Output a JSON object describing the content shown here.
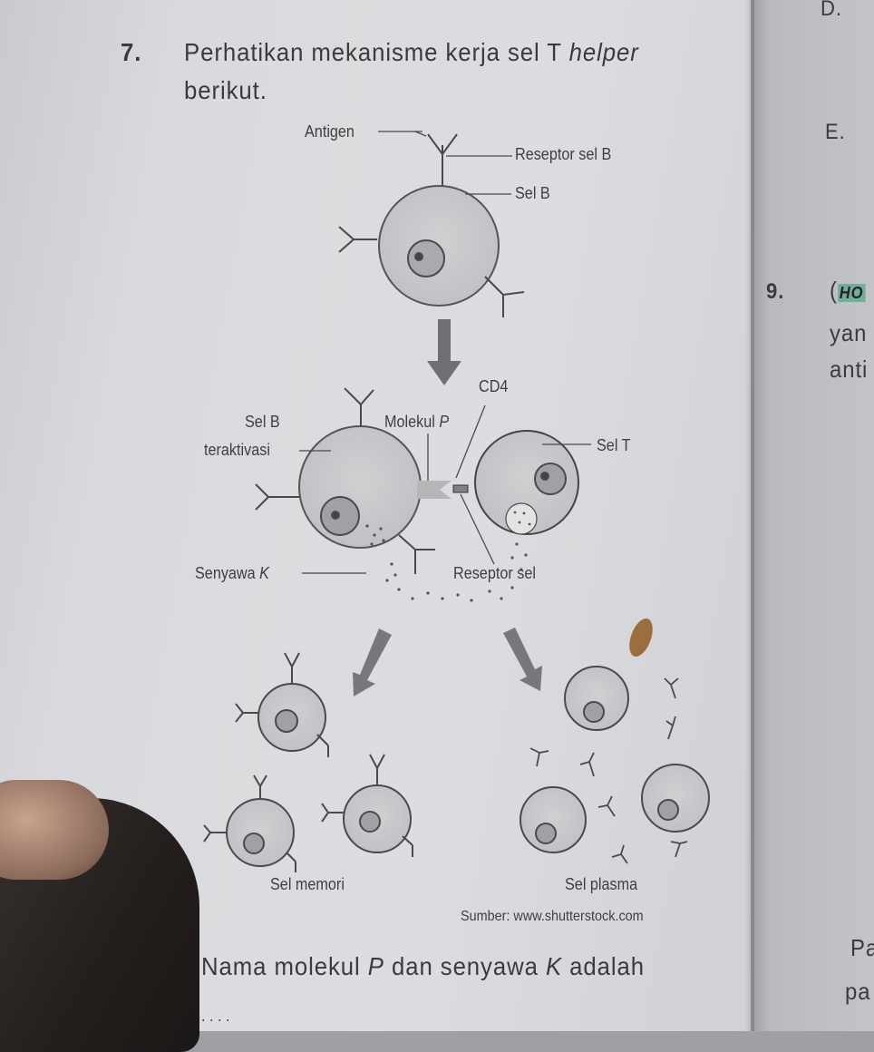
{
  "page": {
    "prev_option_label": "D.",
    "question": {
      "number": "7.",
      "line1_prefix": "Perhatikan mekanisme kerja sel T",
      "line1_italic": "helper",
      "line2": "berikut."
    },
    "figure": {
      "labels": {
        "antigen": "Antigen",
        "reseptor_sel_b": "Reseptor sel B",
        "sel_b": "Sel B",
        "cd4": "CD4",
        "sel_b_teraktivasi_line1": "Sel B",
        "sel_b_teraktivasi_line2": "teraktivasi",
        "molekul_prefix": "Molekul",
        "molekul_var": "P",
        "sel_t": "Sel T",
        "senyawa_prefix": "Senyawa",
        "senyawa_var": "K",
        "reseptor_sel": "Reseptor sel",
        "sel_memori": "Sel memori",
        "sel_plasma": "Sel plasma"
      },
      "source": "Sumber: www.shutterstock.com"
    },
    "prompt": {
      "p1": "Nama molekul",
      "var1": "P",
      "p2": "dan senyawa",
      "var2": "K",
      "p3": "adalah",
      "ellipsis": ". . . ."
    }
  },
  "right_page": {
    "option_e": "E.",
    "q9_number": "9.",
    "q9_fragment": "(",
    "q9_badge": "HO",
    "line2_fragment": "yan",
    "line3_fragment": "anti",
    "bottom1": "Pa",
    "bottom2": "pa"
  }
}
